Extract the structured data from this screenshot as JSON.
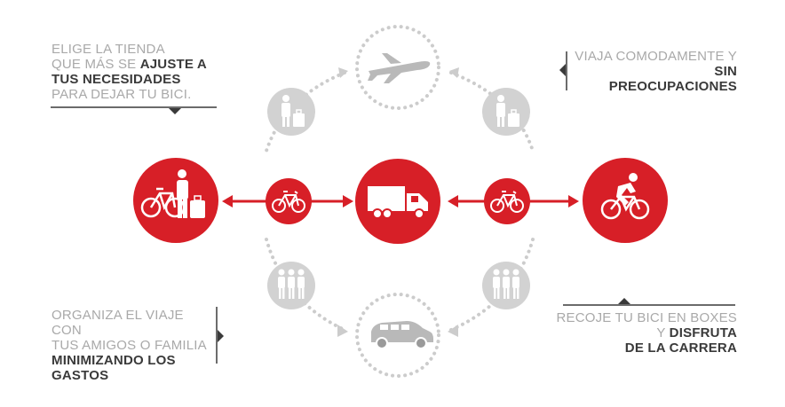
{
  "colors": {
    "red": "#d71f27",
    "dark": "#3a3a3a",
    "gray": "#a9a9a9",
    "light_gray": "#cccccc"
  },
  "icons": {
    "left_main": "cyclist-with-luggage-icon",
    "center": "truck-icon",
    "right_main": "cyclist-riding-icon",
    "small_left": "bicycle-icon",
    "small_right": "bicycle-icon",
    "top": "airplane-icon",
    "bottom": "car-icon",
    "top_left": "traveler-luggage-icon",
    "top_right": "traveler-luggage-icon",
    "bottom_left": "group-people-icon",
    "bottom_right": "group-people-icon"
  },
  "text_top_left": {
    "line1": "ELIGE LA TIENDA",
    "line2_light": "QUE MÁS SE ",
    "line2_bold": "AJUSTE A",
    "line3_bold": "TUS NECESIDADES",
    "line4": "PARA DEJAR TU BICI."
  },
  "text_top_right": {
    "line1": "VIAJA COMODAMENTE Y",
    "line2_bold": "SIN",
    "line3_bold": "PREOCUPACIONES"
  },
  "text_bottom_left": {
    "line1": "ORGANIZA EL VIAJE CON",
    "line2": "TUS AMIGOS O FAMILIA",
    "line3_bold": "MINIMIZANDO LOS",
    "line4_bold": "GASTOS"
  },
  "text_bottom_right": {
    "line1": "RECOJE TU BICI EN BOXES",
    "line2_light": "Y ",
    "line2_bold": "DISFRUTA",
    "line3_bold": "DE LA CARRERA"
  }
}
